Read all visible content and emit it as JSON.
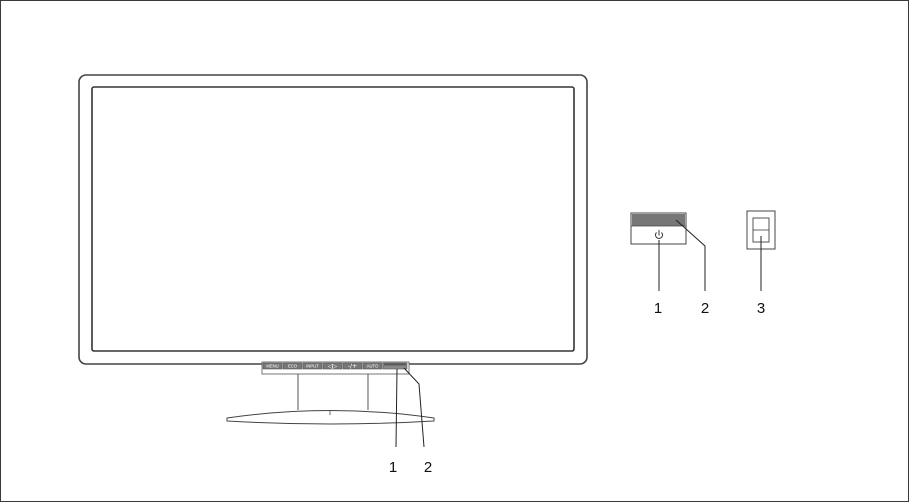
{
  "button_panel": {
    "buttons": [
      {
        "label": "MENU"
      },
      {
        "label": "ECO"
      },
      {
        "label": "INPUT"
      },
      {
        "label": "◁▷"
      },
      {
        "label": "-/+"
      },
      {
        "label": "AUTO"
      }
    ]
  },
  "callouts": {
    "monitor_power_button": "1",
    "monitor_power_led": "2",
    "detail_power_button": "1",
    "detail_power_led": "2",
    "detail_power_switch": "3"
  },
  "icons": {
    "power_symbol": "power-icon"
  }
}
